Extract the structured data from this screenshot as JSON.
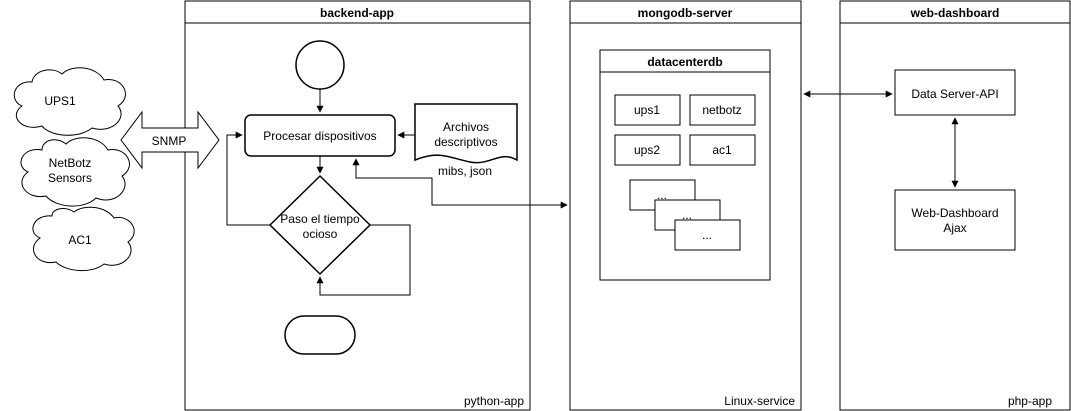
{
  "panels": {
    "backend": {
      "title": "backend-app",
      "footer": "python-app"
    },
    "mongo": {
      "title": "mongodb-server",
      "footer": "Linux-service"
    },
    "web": {
      "title": "web-dashboard",
      "footer": "php-app"
    }
  },
  "clouds": {
    "ups1": "UPS1",
    "netbotz_line1": "NetBotz",
    "netbotz_line2": "Sensors",
    "ac1": "AC1"
  },
  "snmp_label": "SNMP",
  "flow": {
    "process": "Procesar dispositivos",
    "decision_line1": "Paso el tiempo",
    "decision_line2": "ocioso",
    "doc_line1": "Archivos",
    "doc_line2": "descriptivos",
    "doc_caption": "mibs, json"
  },
  "database": {
    "name": "datacenterdb",
    "collections": [
      "ups1",
      "netbotz",
      "ups2",
      "ac1"
    ],
    "more": "..."
  },
  "web": {
    "api": "Data Server-API",
    "dash_line1": "Web-Dashboard",
    "dash_line2": "Ajax"
  }
}
